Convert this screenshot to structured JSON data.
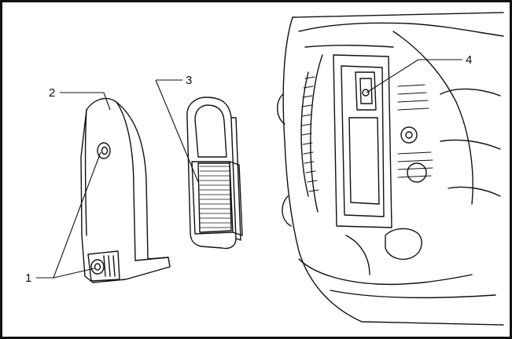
{
  "callouts": [
    {
      "number": "1",
      "target": "cover-fasteners"
    },
    {
      "number": "2",
      "target": "air-filter-cover"
    },
    {
      "number": "3",
      "target": "air-filter-element"
    },
    {
      "number": "4",
      "target": "filter-housing-tab"
    }
  ],
  "colors": {
    "line": "#111111",
    "background": "#ffffff"
  }
}
